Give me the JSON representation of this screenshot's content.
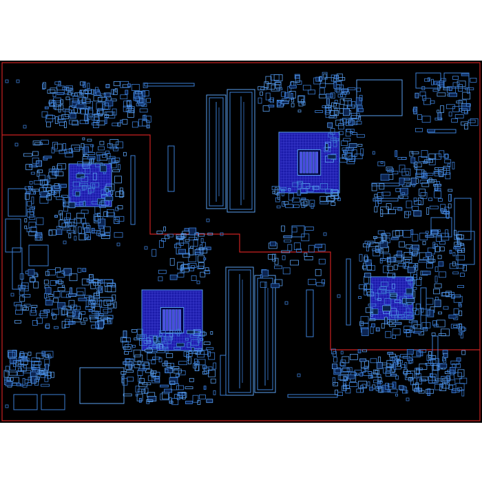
{
  "diagram": {
    "kind": "pcb-layout-view",
    "colors": {
      "background": "#000000",
      "page": "#ffffff",
      "outline": "#cc2222",
      "component": "#3d7fd6",
      "component_bright": "#5aa0f0",
      "bga_fill": "#1a1aa8",
      "bga_grid": "#4a4ae0"
    },
    "regions": [
      "board-outline",
      "zone-split"
    ],
    "major_components": [
      "bga-chip-top-left",
      "bga-chip-top-center",
      "bga-chip-bottom-center",
      "bga-chip-right",
      "memory-slot-upper",
      "memory-slot-lower"
    ]
  }
}
